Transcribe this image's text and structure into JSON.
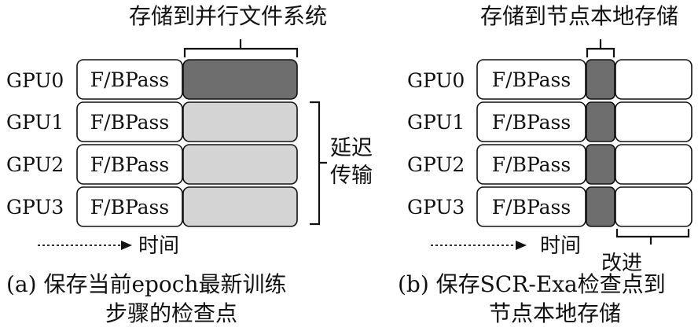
{
  "colors": {
    "dark_segment": "#6e6e6e",
    "light_segment": "#d4d4d4",
    "outline": "#111111"
  },
  "panel_a": {
    "top_label": "存储到并行文件系统",
    "gpus": [
      "GPU0",
      "GPU1",
      "GPU2",
      "GPU3"
    ],
    "pass_label": "F/BPass",
    "side_label_line1": "延迟",
    "side_label_line2": "传输",
    "time_label": "时间",
    "caption_line1": "(a) 保存当前epoch最新训练",
    "caption_line2": "步骤的检查点"
  },
  "panel_b": {
    "top_label": "存储到节点本地存储",
    "gpus": [
      "GPU0",
      "GPU1",
      "GPU2",
      "GPU3"
    ],
    "pass_label": "F/BPass",
    "improve_label": "改进",
    "time_label": "时间",
    "caption_line1": "(b) 保存SCR-Exa检查点到",
    "caption_line2": "节点本地存储"
  }
}
